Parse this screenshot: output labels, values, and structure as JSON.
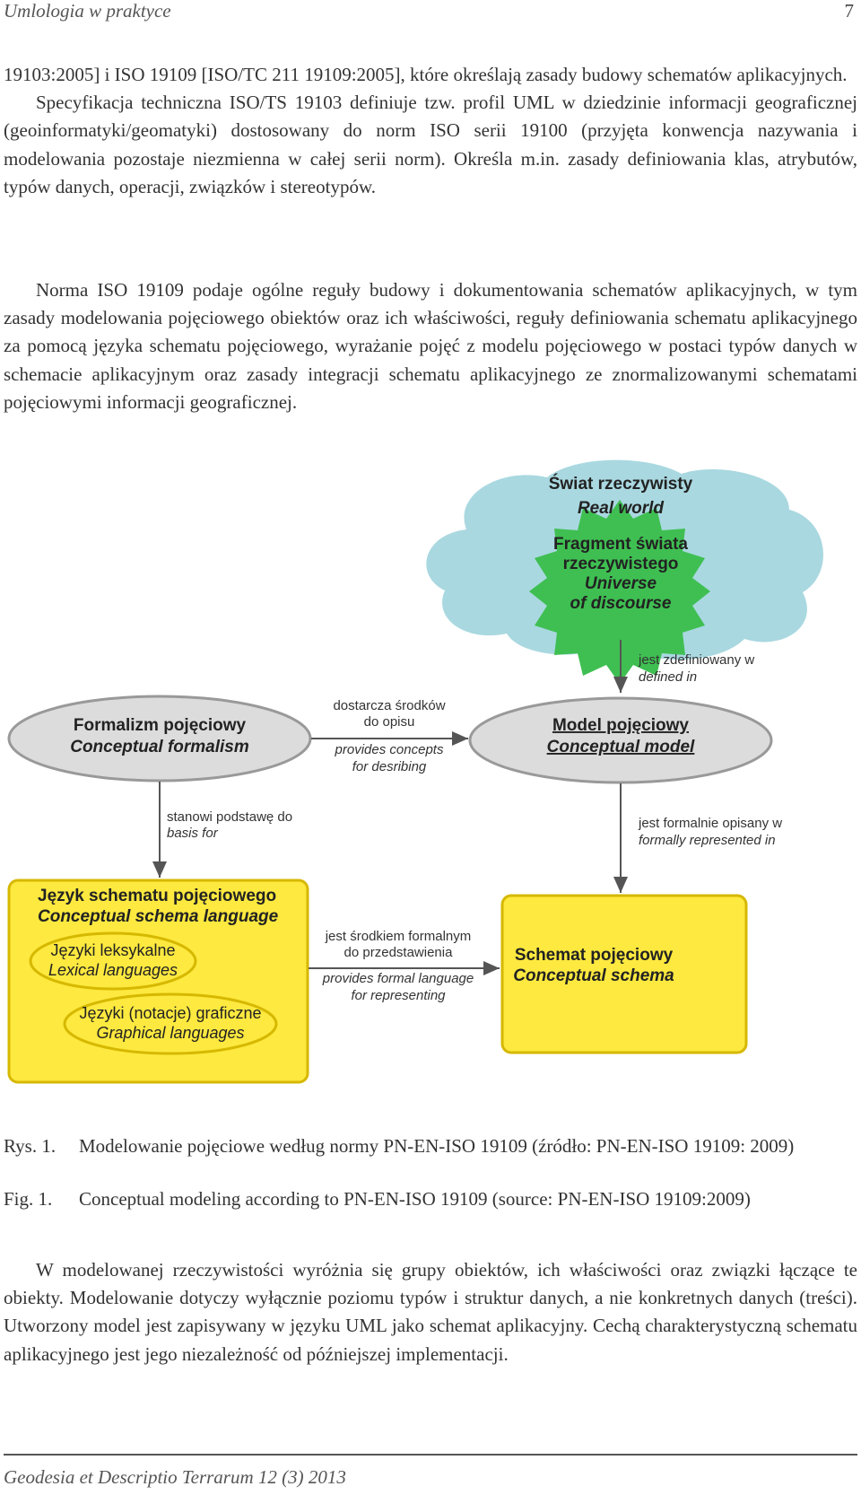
{
  "header": {
    "running_title": "Umlologia w praktyce",
    "page_number": "7"
  },
  "body": {
    "paragraph1_lines": [
      "19103:2005] i ISO 19109 [ISO/TC 211 19109:2005], które określają zasady budowy schematów aplikacyjnych.",
      "Specyfikacja techniczna ISO/TS 19103 definiuje tzw. profil UML w dziedzinie informacji geograficznej (geoinformatyki/geomatyki) dostosowany do norm ISO serii 19100 (przyjęta konwencja nazywania i modelowania pozostaje niezmienna w całej serii norm). Określa m.in. zasady definiowania klas, atrybutów, typów danych, operacji, związków i stereotypów."
    ],
    "paragraph2": "Norma ISO 19109 podaje ogólne reguły budowy i dokumentowania schematów aplikacyjnych, w tym zasady modelowania pojęciowego obiektów oraz ich właściwości, reguły definiowania schematu aplikacyjnego za pomocą języka schematu pojęciowego, wyrażanie pojęć z modelu pojęciowego w postaci typów danych w schemacie aplikacyjnym oraz zasady integracji schematu aplikacyjnego ze znormalizowanymi schematami pojęciowymi informacji geograficznej.",
    "paragraph3": "W modelowanej rzeczywistości wyróżnia się grupy obiektów, ich właściwości oraz związki łączące te obiekty. Modelowanie dotyczy wyłącznie poziomu typów i struktur danych, a nie konkretnych danych (treści). Utworzony model jest zapisywany w języku UML jako schemat aplikacyjny. Cechą charakterystyczną schematu aplikacyjnego jest jego niezależność od późniejszej implementacji."
  },
  "diagram": {
    "colors": {
      "cloud": "#a9d8e0",
      "starburst": "#3fbf52",
      "ellipse": "#dcdcdc",
      "box": "#fde93f",
      "box_border": "#d6b800",
      "arrow": "#555555"
    },
    "real_world": {
      "pl": "Świat rzeczywisty",
      "en": "Real world"
    },
    "universe": {
      "pl1": "Fragment świata",
      "pl2": "rzeczywistego",
      "en1": "Universe",
      "en2": "of discourse"
    },
    "formalism": {
      "pl": "Formalizm pojęciowy",
      "en": "Conceptual formalism"
    },
    "model": {
      "pl": "Model pojęciowy",
      "en": "Conceptual model"
    },
    "language": {
      "pl": "Język schematu pojęciowego",
      "en": "Conceptual schema language"
    },
    "lexical": {
      "pl": "Języki leksykalne",
      "en": "Lexical languages"
    },
    "graphical": {
      "pl": "Języki (notacje) graficzne",
      "en": "Graphical languages"
    },
    "schema": {
      "pl": "Schemat pojęciowy",
      "en": "Conceptual schema"
    },
    "arrows": {
      "defined_in": {
        "pl": "jest zdefiniowany w",
        "en": "defined in"
      },
      "provides_concepts": {
        "pl1": "dostarcza środków",
        "pl2": "do opisu",
        "en1": "provides concepts",
        "en2": "for desribing"
      },
      "basis_for": {
        "pl": "stanowi podstawę do",
        "en": "basis for"
      },
      "formally_represented": {
        "pl": "jest formalnie opisany w",
        "en": "formally represented in"
      },
      "formal_language": {
        "pl1": "jest środkiem formalnym",
        "pl2": "do przedstawienia",
        "en1": "provides formal language",
        "en2": "for representing"
      }
    }
  },
  "captions": {
    "pl_label": "Rys. 1.",
    "pl_text": "Modelowanie pojęciowe według normy PN-EN-ISO 19109 (źródło: PN-EN-ISO 19109: 2009)",
    "en_label": "Fig. 1.",
    "en_text": "Conceptual modeling according to PN-EN-ISO 19109 (source: PN-EN-ISO 19109:2009)"
  },
  "footer": {
    "journal": "Geodesia et Descriptio Terrarum 12 (3) 2013"
  }
}
